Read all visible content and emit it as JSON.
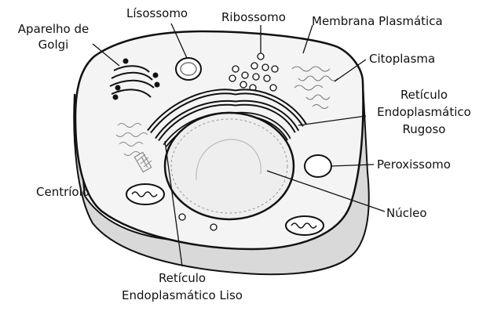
{
  "labels": {
    "lisossomo": "Lísossomo",
    "ribossomo": "Ribossomo",
    "membrana": "Membrana Plasmática",
    "golgi_l1": "Aparelho de",
    "golgi_l2": "Golgi",
    "citoplasma": "Citoplasma",
    "rer_l1": "Retículo",
    "rer_l2": "Endoplasmático",
    "rer_l3": "Rugoso",
    "peroxissomo": "Peroxissomo",
    "centriolo": "Centríolo",
    "nucleo": "Núcleo",
    "rel_l1": "Retículo",
    "rel_l2": "Endoplasmático Liso"
  },
  "colors": {
    "line": "#111111",
    "cell_fill": "#f3f3f3",
    "shading": "#dcdcdc"
  }
}
